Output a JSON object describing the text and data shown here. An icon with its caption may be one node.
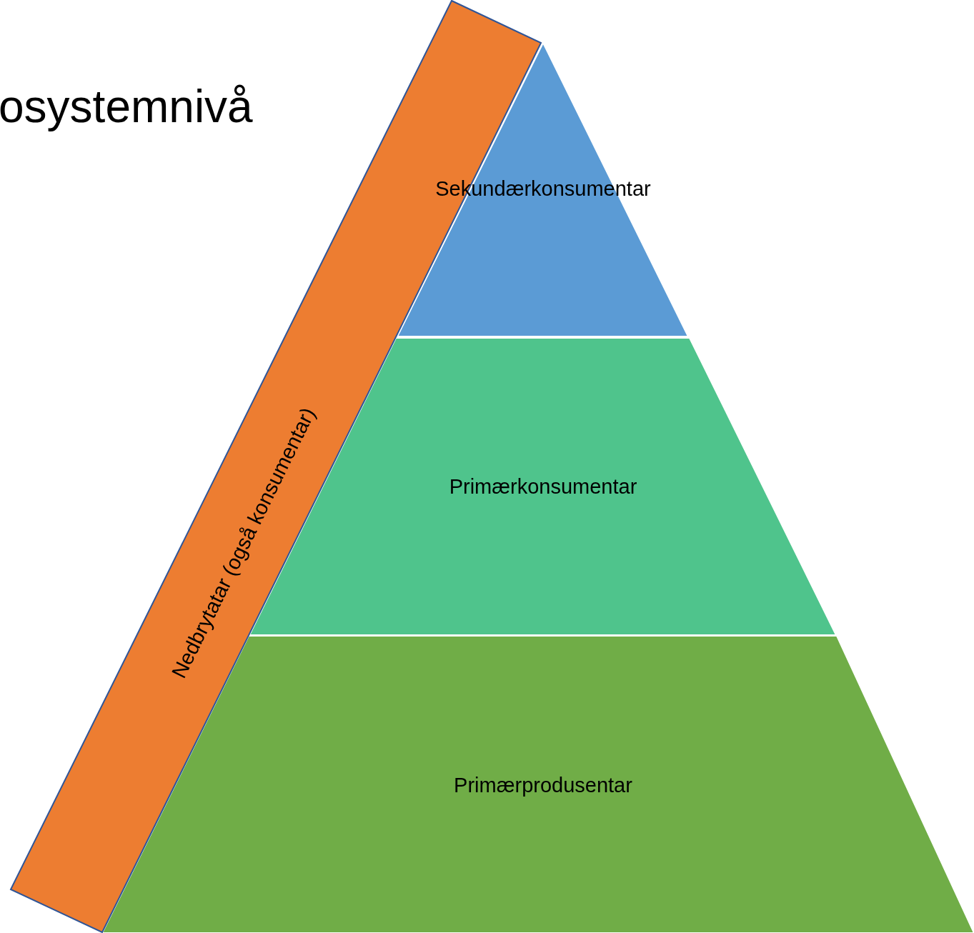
{
  "diagram": {
    "title": "osystemnivå",
    "nodes": [
      {
        "text": [
          "Sekundærkonsumentar"
        ]
      },
      {
        "text": [
          "Primærkonsumentar"
        ]
      },
      {
        "text": [
          "Primærprodusentar"
        ]
      },
      {
        "text": [
          "Nedbrytatar (også konsumentar)"
        ]
      }
    ]
  }
}
